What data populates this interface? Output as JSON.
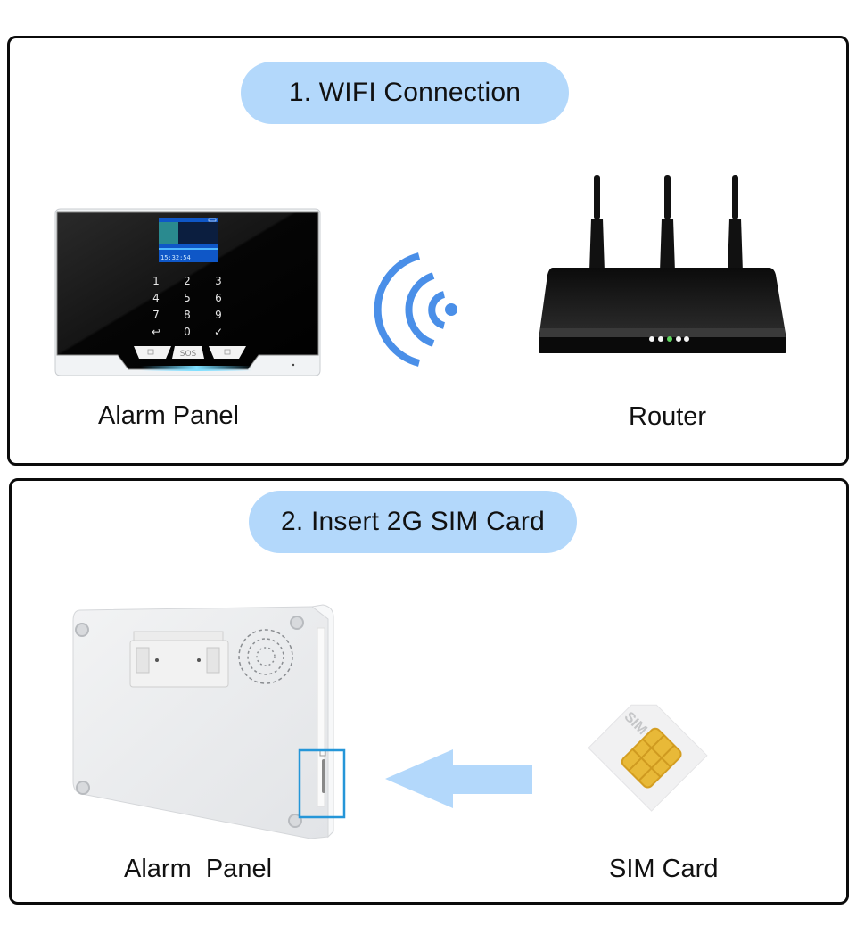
{
  "section1": {
    "title": "1. WIFI Connection",
    "left_device_label": "Alarm Panel",
    "right_device_label": "Router",
    "alarm_panel": {
      "screen_time": "15:32:54",
      "keypad": [
        "1",
        "2",
        "3",
        "4",
        "5",
        "6",
        "7",
        "8",
        "9",
        "↩",
        "0",
        "✓"
      ],
      "bottom_buttons": [
        "lock-icon",
        "SOS",
        "lock-icon"
      ]
    },
    "router": {
      "led_count": 5,
      "active_led_index": 2
    },
    "icons": [
      "wifi-signal-icon"
    ]
  },
  "section2": {
    "title": "2. Insert 2G SIM Card",
    "left_device_label": "Alarm  Panel",
    "right_device_label": "SIM Card",
    "sim_card_text": "SIM",
    "icons": [
      "arrow-left-icon"
    ]
  },
  "colors": {
    "pill_background": "#b3d8fb",
    "wifi_icon": "#4a8fe8",
    "arrow": "#b3d8fb",
    "highlight_box": "#2596d8",
    "border": "#0b0b0b",
    "sim_chip": "#e8b938",
    "router_active_led": "#5fd35f"
  }
}
